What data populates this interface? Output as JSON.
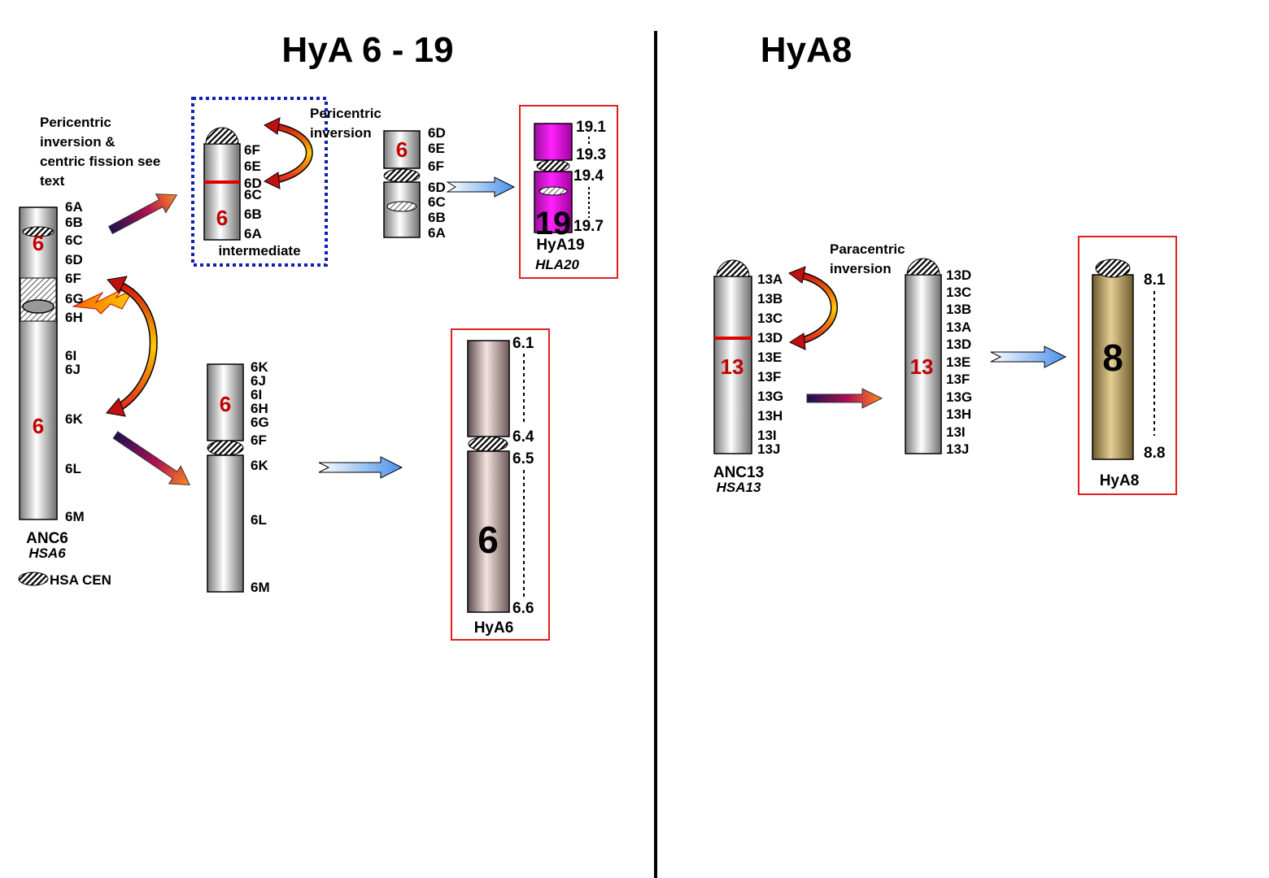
{
  "titles": {
    "left": "HyA 6 - 19",
    "right": "HyA8"
  },
  "colors": {
    "accent_red": "#c00000",
    "magenta": "#ee00ee",
    "pink": "#f1dbd9",
    "gold": "#d4bb7c",
    "frame": "#e02020",
    "dotted_frame": "#1020b0"
  },
  "notes": {
    "fission_1": "Pericentric",
    "fission_2": "inversion &",
    "fission_3": "centric fission see",
    "fission_4": "text",
    "peri_1": "Pericentric",
    "peri_2": "inversion",
    "para_1": "Paracentric",
    "para_2": "inversion"
  },
  "anc6": {
    "number_top": "6",
    "number_bottom": "6",
    "name": "ANC6",
    "hsa": "HSA6",
    "bands": [
      "6A",
      "6B",
      "6C",
      "6D",
      "6F",
      "6G",
      "6H",
      "6I",
      "6J",
      "6K",
      "6L",
      "6M"
    ]
  },
  "legend": {
    "label": "HSA CEN"
  },
  "intermediate": {
    "number": "6",
    "label": "intermediate",
    "bands": [
      "6F",
      "6E",
      "6D",
      "6C",
      "6B",
      "6A"
    ]
  },
  "mid6_19": {
    "number": "6",
    "bands": [
      "6D",
      "6E",
      "6F",
      "6D",
      "6C",
      "6B",
      "6A"
    ]
  },
  "hya19": {
    "number": "19",
    "name": "HyA19",
    "hla": "HLA20",
    "bands": [
      "19.1",
      "19.3",
      "19.4",
      "19.7"
    ]
  },
  "mid6": {
    "number": "6",
    "bands": [
      "6K",
      "6J",
      "6I",
      "6H",
      "6G",
      "6F",
      "6K",
      "6L",
      "6M"
    ]
  },
  "hya6": {
    "number": "6",
    "name": "HyA6",
    "bands": [
      "6.1",
      "6.4",
      "6.5",
      "6.6"
    ]
  },
  "anc13": {
    "number": "13",
    "name": "ANC13",
    "hsa": "HSA13",
    "bands": [
      "13A",
      "13B",
      "13C",
      "13D",
      "13E",
      "13F",
      "13G",
      "13H",
      "13I",
      "13J"
    ]
  },
  "mid13": {
    "number": "13",
    "bands": [
      "13D",
      "13C",
      "13B",
      "13A",
      "13D",
      "13E",
      "13F",
      "13G",
      "13H",
      "13I",
      "13J"
    ]
  },
  "hya8": {
    "number": "8",
    "name": "HyA8",
    "bands": [
      "8.1",
      "8.8"
    ]
  }
}
